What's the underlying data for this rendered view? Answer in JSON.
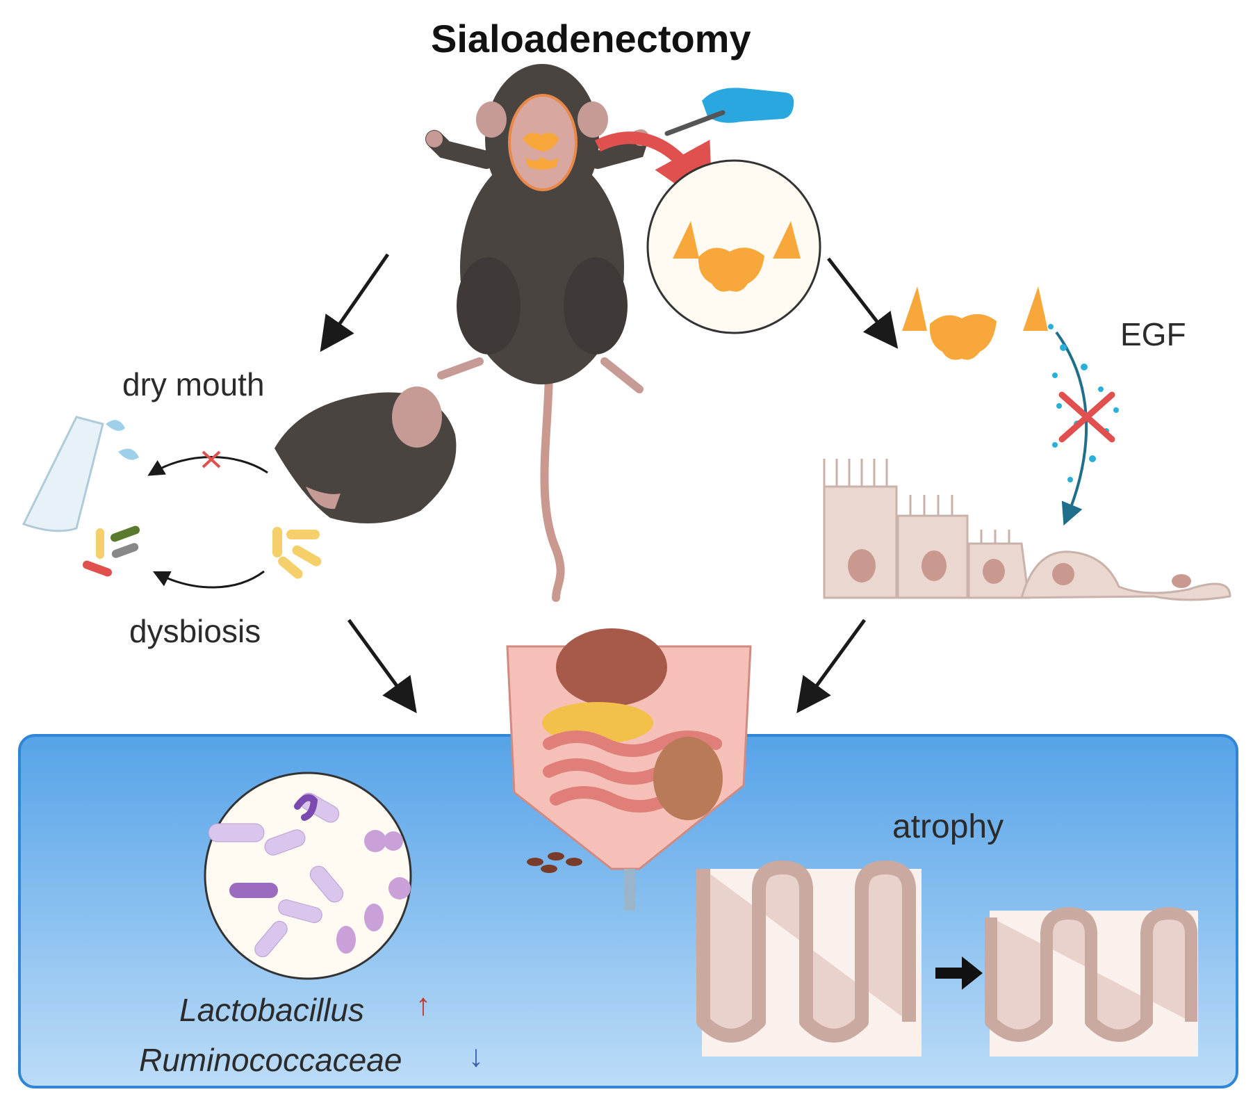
{
  "title": "Sialoadenectomy",
  "labels": {
    "dry_mouth": "dry mouth",
    "dysbiosis": "dysbiosis",
    "egf": "EGF",
    "atrophy": "atrophy"
  },
  "bacteria": {
    "increased": "Lactobacillus",
    "increased_arrow": "↑",
    "decreased": "Ruminococcaceae",
    "decreased_arrow": "↓"
  },
  "colors": {
    "mouse_fur": "#4a4440",
    "mouse_skin": "#c79b95",
    "gland_orange": "#f8a83a",
    "surgery_arrow": "#e0504f",
    "panel_blue_top": "#5aa8ea",
    "panel_blue_bottom": "#b8d9f6",
    "panel_border": "#2f86d6",
    "gut_pink": "#f0aaa4",
    "cell_beige": "#ead7d0",
    "bacteria_purple": "#c9a9e0",
    "egf_dots": "#2ab0d8",
    "block_x": "#e0504f"
  },
  "icons": [
    "mouse-icon",
    "scalpel-hand-icon",
    "salivary-gland-icon",
    "tube-icon",
    "epithelium-icon",
    "intestine-icon",
    "villi-icon",
    "bacteria-icon"
  ]
}
